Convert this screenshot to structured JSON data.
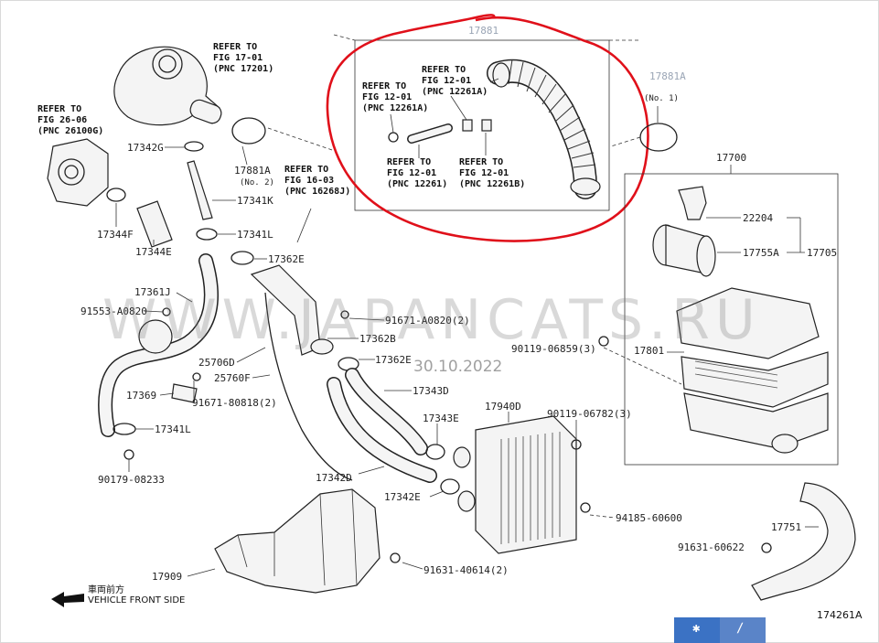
{
  "diagram": {
    "labels": {
      "l17881_top": "17881",
      "l17881a_no1": "17881A",
      "no1": "(No. 1)",
      "l17881a_no2": "17881A",
      "no2": "(No. 2)",
      "l17342g": "17342G",
      "l17341k": "17341K",
      "l17341l_top": "17341L",
      "l17362e": "17362E",
      "l17344f": "17344F",
      "l17344e": "17344E",
      "l17361j": "17361J",
      "l91553": "91553-A0820",
      "l25706d": "25706D",
      "l25760f": "25760F",
      "l17369": "17369",
      "l91671_808": "91671-80818(2)",
      "l17341l_bot": "17341L",
      "l90179": "90179-08233",
      "l91671_a08": "91671-A0820(2)",
      "l17362b": "17362B",
      "l17362e2": "17362E",
      "l17343d": "17343D",
      "l17343e": "17343E",
      "l17342d": "17342D",
      "l17342e": "17342E",
      "l17940d": "17940D",
      "l90119_678": "90119-06782(3)",
      "l94185": "94185-60600",
      "l91631_406": "91631-40614(2)",
      "l17909": "17909",
      "l17700": "17700",
      "l22204": "22204",
      "l17755a": "17755A",
      "l17705": "17705",
      "l90119_685": "90119-06859(3)",
      "l17801": "17801",
      "l17751": "17751",
      "l91631_606": "91631-60622",
      "ref_1701_a": "REFER TO",
      "ref_1701_b": "FIG  17-01",
      "ref_1701_c": "(PNC 17201)",
      "ref_2606_a": "REFER TO",
      "ref_2606_b": "FIG  26-06",
      "ref_2606_c": "(PNC 26100G)",
      "ref_1603_a": "REFER TO",
      "ref_1603_b": "FIG  16-03",
      "ref_1603_c": "(PNC 16268J)",
      "ref_1201a_a": "REFER TO",
      "ref_1201a_b": "FIG  12-01",
      "ref_1201a_c": "(PNC 12261A)",
      "ref_1201b_a": "REFER TO",
      "ref_1201b_b": "FIG  12-01",
      "ref_1201b_c": "(PNC 12261A)",
      "ref_1201c_a": "REFER TO",
      "ref_1201c_b": "FIG  12-01",
      "ref_1201c_c": "(PNC 12261)",
      "ref_1201d_a": "REFER TO",
      "ref_1201d_b": "FIG  12-01",
      "ref_1201d_c": "(PNC 12261B)"
    },
    "vehicle_front_jp": "車両前方",
    "vehicle_front_en": "VEHICLE FRONT SIDE",
    "illustration_code": "174261A",
    "watermark": "WWW.JAPANCATS.RU",
    "watermark_date": "30.10.2022",
    "highlight_color": "#e0101a",
    "tray_icons": [
      "bluetooth-icon",
      "pen-icon"
    ]
  }
}
